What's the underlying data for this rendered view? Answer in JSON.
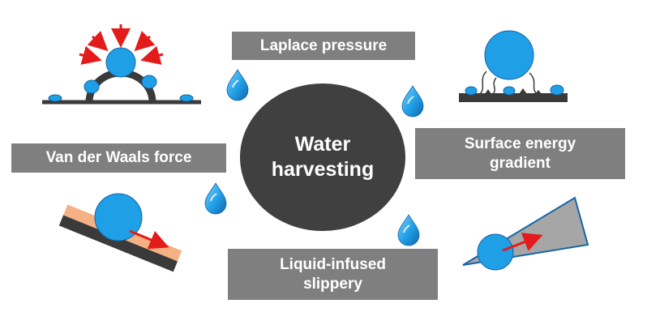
{
  "center": {
    "text_line1": "Water",
    "text_line2": "harvesting"
  },
  "labels": {
    "laplace": "Laplace pressure",
    "vdw": "Van der Waals force",
    "surface_line1": "Surface energy",
    "surface_line2": "gradient",
    "liquid_line1": "Liquid-infused",
    "liquid_line2": "slippery"
  },
  "colors": {
    "droplet": "#1f9fe6",
    "droplet_outline": "#1565a8",
    "arrow": "#e31b1b",
    "label_bg": "#7f7f7f",
    "center_bg": "#404040",
    "substrate": "#3a3a3a",
    "oil_layer": "#f4b183"
  }
}
